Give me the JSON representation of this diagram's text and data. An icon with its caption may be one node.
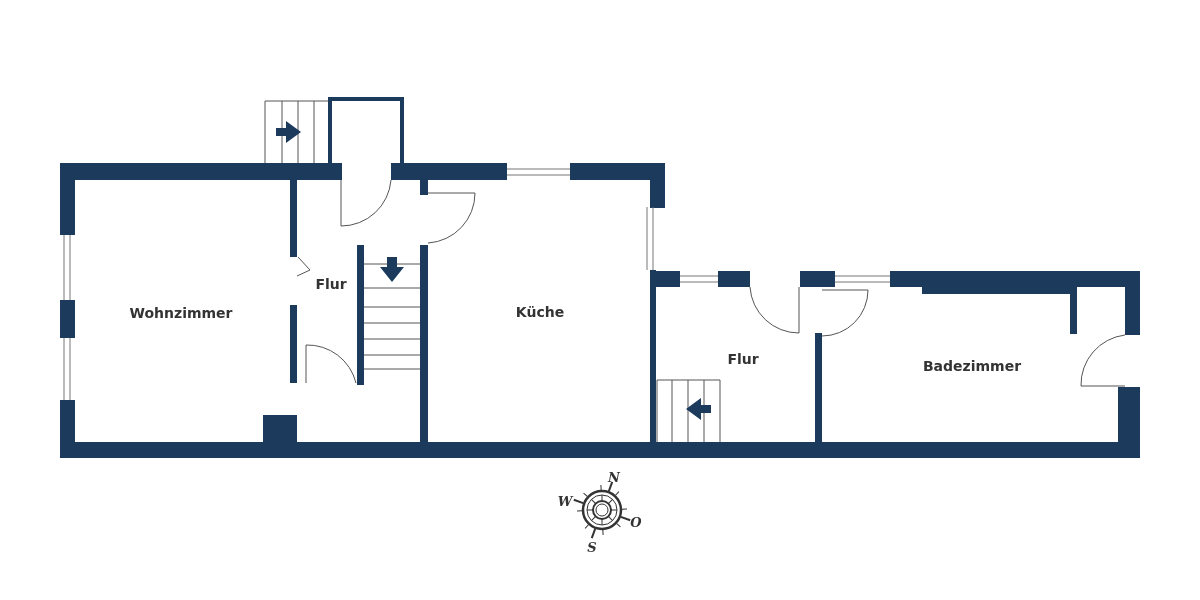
{
  "diagram": {
    "labels": [
      "Flur",
      "Wohnzimmer",
      "Küche",
      "Flur",
      "Badezimmer",
      "N",
      "W",
      "O",
      "S"
    ]
  }
}
